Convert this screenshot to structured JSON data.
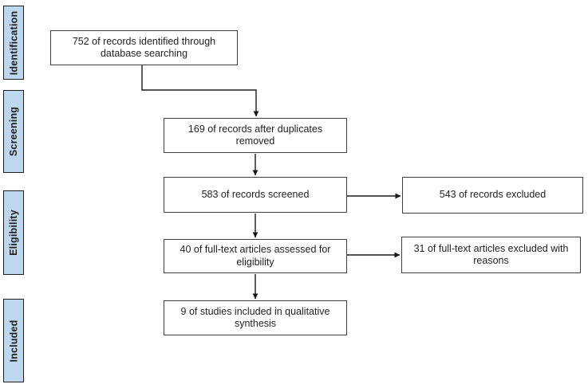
{
  "stages": [
    {
      "label": "Identification"
    },
    {
      "label": "Screening"
    },
    {
      "label": "Eligibility"
    },
    {
      "label": "Included"
    }
  ],
  "boxes": {
    "identified": "752 of records identified through\ndatabase searching",
    "after_duplicates": "169 of records after duplicates\nremoved",
    "screened": "583 of records screened",
    "records_excluded": "543 of records excluded",
    "fulltext_assessed": "40 of full-text articles assessed for\neligibility",
    "fulltext_excluded": "31 of full-text articles excluded with\nreasons",
    "qualitative": "9 of studies included in qualitative\nsynthesis"
  },
  "colors": {
    "stage_fill": "#bdd7ee",
    "stage_border": "#1f1f1f",
    "box_border": "#404040",
    "arrow": "#1a1a1a",
    "text": "#1f1f1f",
    "background": "#ffffff"
  }
}
